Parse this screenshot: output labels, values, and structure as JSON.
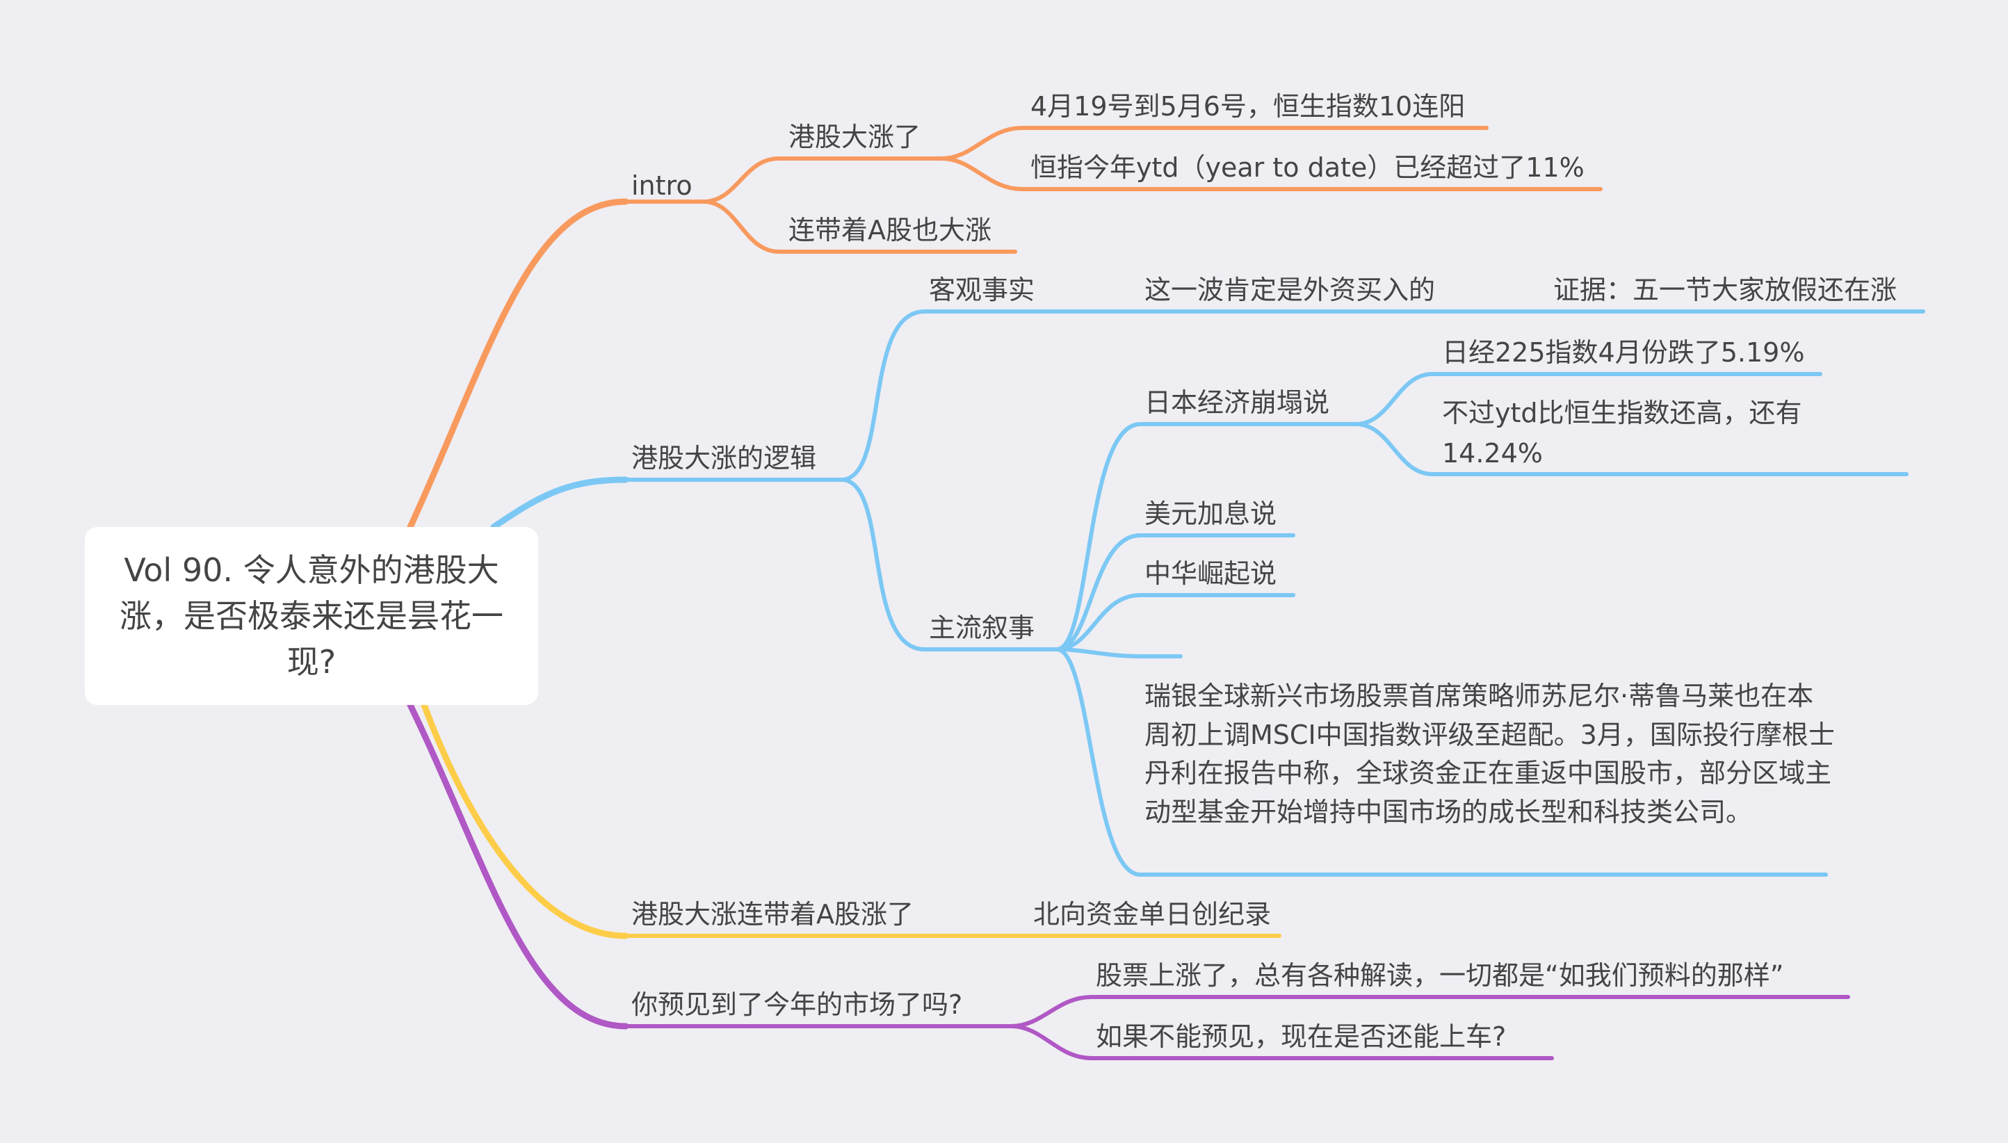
{
  "root": {
    "title": "Vol 90. 令人意外的港股大涨，是否极泰来还是昙花一现?"
  },
  "colors": {
    "intro": "#f89a5e",
    "logic": "#7cc8f4",
    "a_share": "#fdcd4a",
    "foresee": "#b058c5",
    "text": "#444444",
    "background": "#efeef3",
    "root_fill": "#ffffff"
  },
  "branches": {
    "intro": {
      "label": "intro",
      "children": [
        {
          "label": "港股大涨了",
          "children": [
            {
              "label": "4月19号到5月6号，恒生指数10连阳"
            },
            {
              "label": "恒指今年ytd（year to date）已经超过了11%"
            }
          ]
        },
        {
          "label": "连带着A股也大涨"
        }
      ]
    },
    "logic": {
      "label": "港股大涨的逻辑",
      "children": [
        {
          "label": "客观事实",
          "children": [
            {
              "label": "这一波肯定是外资买入的",
              "children": [
                {
                  "label": "证据：五一节大家放假还在涨"
                }
              ]
            }
          ]
        },
        {
          "label": "主流叙事",
          "children": [
            {
              "label": "日本经济崩塌说",
              "children": [
                {
                  "label": "日经225指数4月份跌了5.19%"
                },
                {
                  "label": "不过ytd比恒生指数还高，还有14.24%"
                }
              ]
            },
            {
              "label": "美元加息说"
            },
            {
              "label": "中华崛起说"
            },
            {
              "label": ""
            },
            {
              "label": "瑞银全球新兴市场股票首席策略师苏尼尔·蒂鲁马莱也在本周初上调MSCI中国指数评级至超配。3月，国际投行摩根士丹利在报告中称，全球资金正在重返中国股市，部分区域主动型基金开始增持中国市场的成长型和科技类公司。"
            }
          ]
        }
      ]
    },
    "a_share": {
      "label": "港股大涨连带着A股涨了",
      "children": [
        {
          "label": "北向资金单日创纪录"
        }
      ]
    },
    "foresee": {
      "label": "你预见到了今年的市场了吗?",
      "children": [
        {
          "label": "股票上涨了，总有各种解读，一切都是“如我们预料的那样”"
        },
        {
          "label": "如果不能预见，现在是否还能上车?"
        }
      ]
    }
  }
}
